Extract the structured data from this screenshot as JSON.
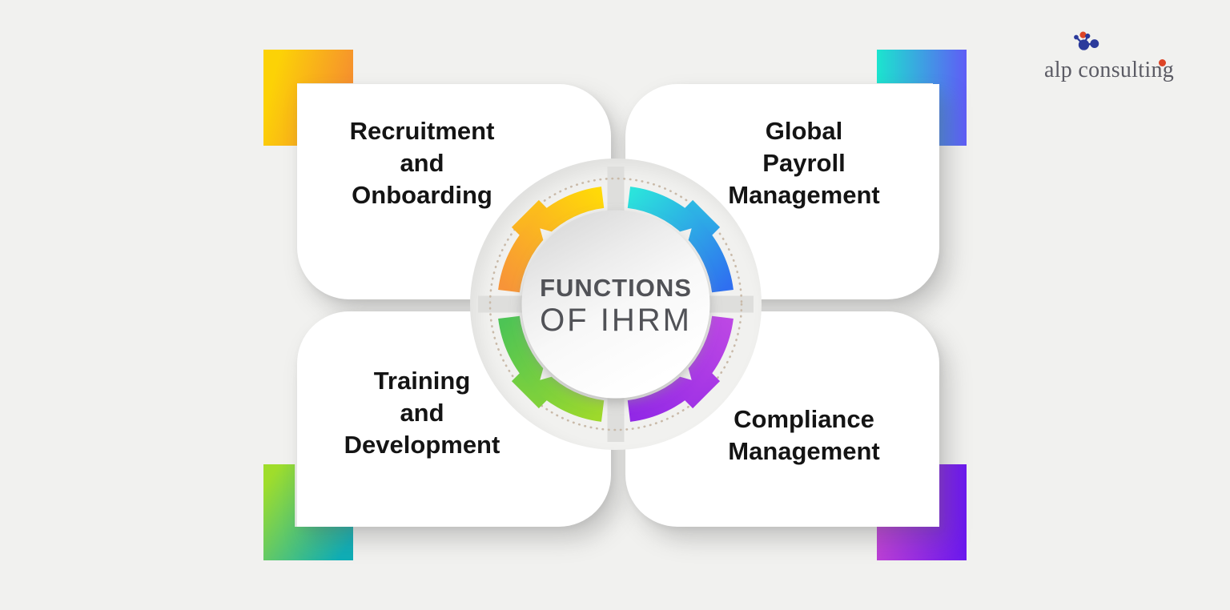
{
  "page": {
    "background_color": "#F1F1EF",
    "card_color": "#FFFFFF"
  },
  "brand": {
    "name": "alp consulting",
    "wordmark_color": "#5B5B64",
    "icon": "molecule-icon",
    "icon_primary_color": "#2B3A9B",
    "icon_accent_color": "#DD4527"
  },
  "hub": {
    "title_line1": "FUNCTIONS",
    "title_line2": "OF IHRM",
    "text_color": "#515257",
    "dotted_ring_color": "#C9BAA9",
    "ring_segments": [
      {
        "position": "top-left",
        "color_from": "#F79438",
        "color_to": "#FFD908"
      },
      {
        "position": "top-right",
        "color_from": "#2BE3DC",
        "color_to": "#2F6FF0"
      },
      {
        "position": "bottom-left",
        "color_from": "#4DC455",
        "color_to": "#9ED92B"
      },
      {
        "position": "bottom-right",
        "color_from": "#9228E6",
        "color_to": "#BC47E4"
      }
    ]
  },
  "quadrants": [
    {
      "position": "top-left",
      "lines": [
        "Recruitment",
        "and",
        "Onboarding"
      ],
      "accent_from": "#FCD206",
      "accent_to": "#F58634"
    },
    {
      "position": "top-right",
      "lines": [
        "Global",
        "Payroll",
        "Management"
      ],
      "accent_from": "#1BE5CE",
      "accent_to": "#5F5CF6"
    },
    {
      "position": "bottom-left",
      "lines": [
        "Training",
        "and",
        "Development"
      ],
      "accent_from": "#9FDD2B",
      "accent_to": "#0FAEB6"
    },
    {
      "position": "bottom-right",
      "lines": [
        "Compliance",
        "Management"
      ],
      "accent_from": "#BC3FD6",
      "accent_to": "#6A18EE"
    }
  ]
}
